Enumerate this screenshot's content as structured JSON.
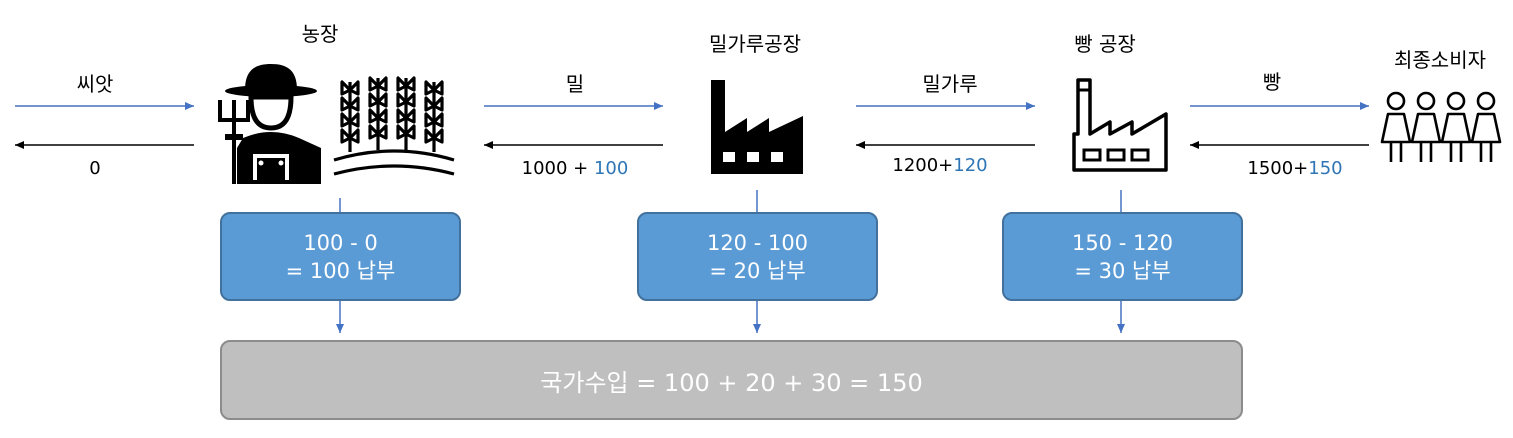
{
  "stages": {
    "farm": "농장",
    "mill": "밀가루공장",
    "bakery": "빵 공장",
    "consumer": "최종소비자"
  },
  "flows": {
    "seed": {
      "label": "씨앗",
      "amount": "0"
    },
    "wheat": {
      "label": "밀",
      "amount_base": "1000 + ",
      "amount_vat": "100"
    },
    "flour": {
      "label": "밀가루",
      "amount_base": "1200+",
      "amount_vat": "120"
    },
    "bread": {
      "label": "빵",
      "amount_base": "1500+",
      "amount_vat": "150"
    }
  },
  "vat_boxes": {
    "farm": {
      "line1": "100 - 0",
      "line2": "= 100 납부"
    },
    "mill": {
      "line1": "120 - 100",
      "line2": "= 20 납부"
    },
    "bakery": {
      "line1": "150 - 120",
      "line2": "= 30 납부"
    }
  },
  "total": "국가수입 = 100 + 20 + 30 = 150",
  "colors": {
    "arrow_forward": "#4472c4",
    "arrow_back": "#000000",
    "vat_text": "#2e75b6",
    "vat_box_fill": "#5b9bd5",
    "total_box_fill": "#bfbfbf"
  },
  "icons": [
    "farmer-icon",
    "wheat-icon",
    "factory-icon",
    "bakery-factory-icon",
    "consumers-icon"
  ]
}
